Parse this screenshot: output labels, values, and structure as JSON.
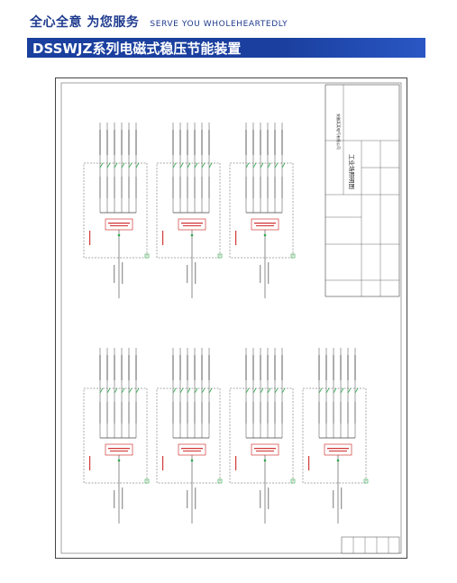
{
  "header": {
    "slogan_cn": "全心全意 为您服务",
    "slogan_en": "SERVE YOU WHOLEHEARTEDLY",
    "title": "DSSWJZ系列电磁式稳压节能装置"
  },
  "drawing": {
    "company": "安徽某某电气有限公司",
    "drawing_title": "工业场照明图",
    "colors": {
      "line": "#444444",
      "green": "#2aa84a",
      "red": "#d23a3a",
      "brand": "#1a3f9e"
    }
  }
}
